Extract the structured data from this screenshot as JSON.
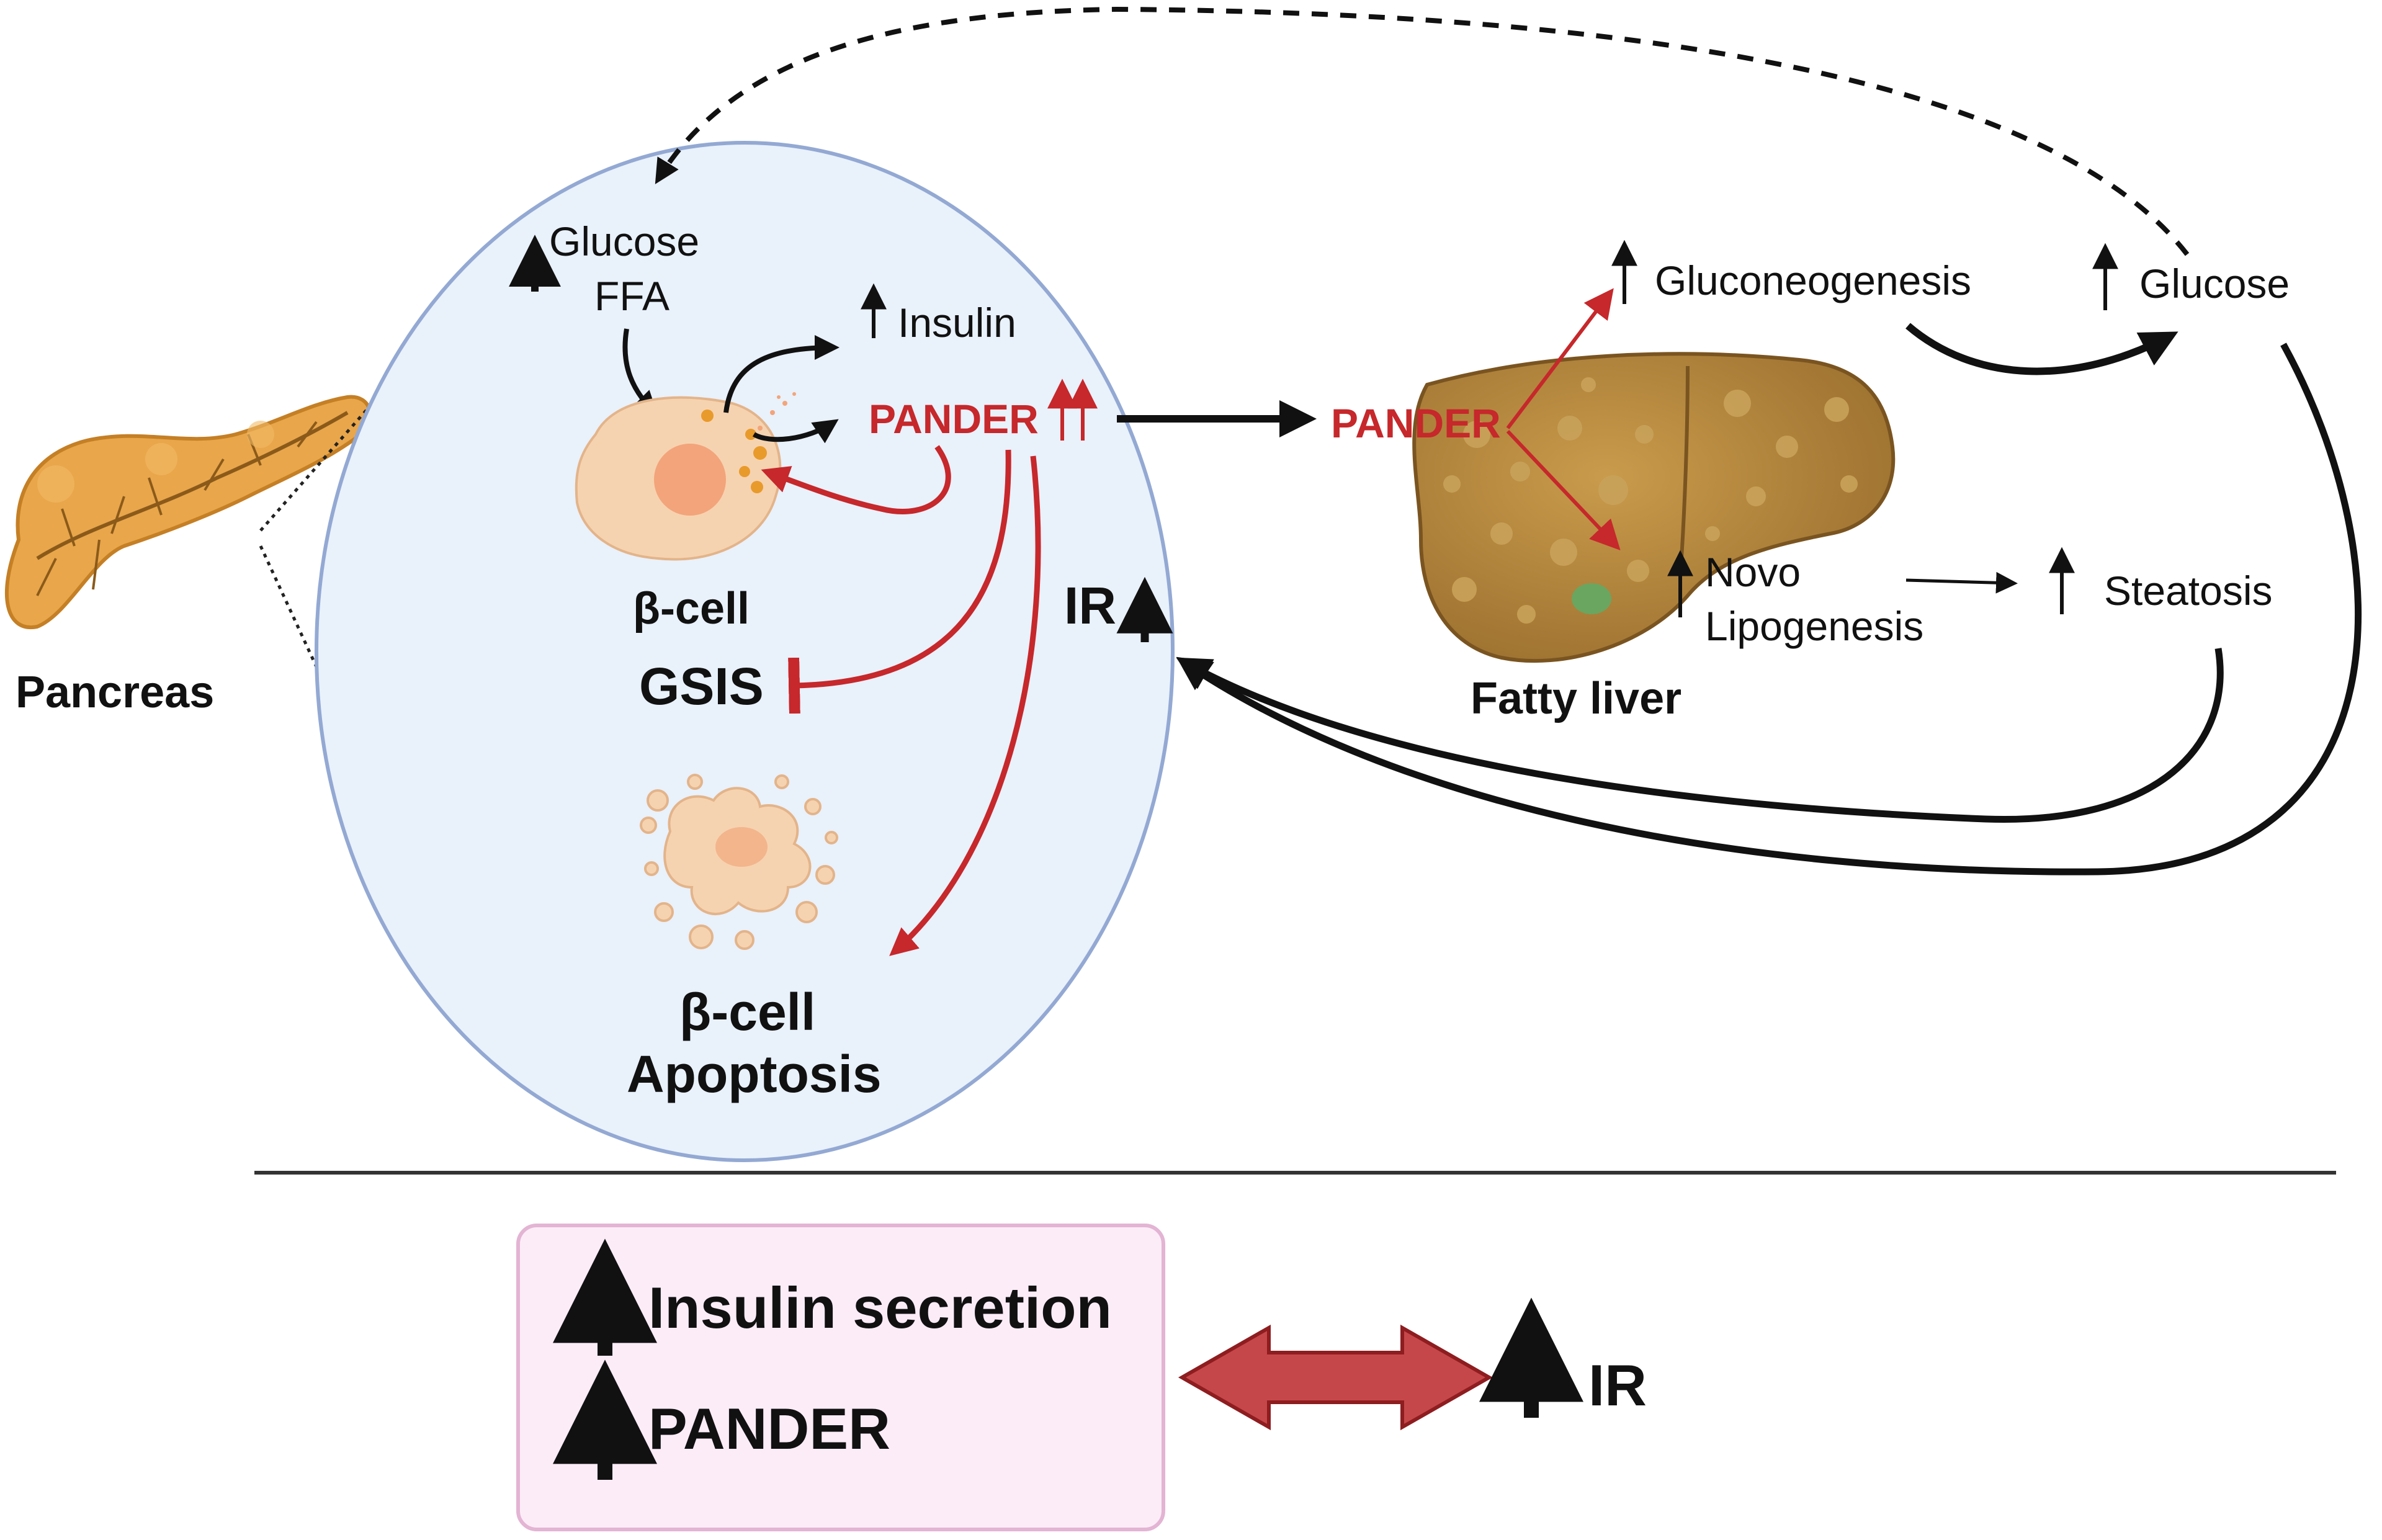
{
  "labels": {
    "pancreas": "Pancreas",
    "glucose_ffa_line1": "Glucose",
    "glucose_ffa_line2": "FFA",
    "insulin": "Insulin",
    "pander_cell": "PANDER",
    "beta_cell": "β-cell",
    "gsis": "GSIS",
    "ir": "IR",
    "apoptosis_line1": "β-cell",
    "apoptosis_line2": "Apoptosis",
    "pander_liver": "PANDER",
    "gluconeogenesis": "Gluconeogenesis",
    "glucose_right": "Glucose",
    "novo_line1": "Novo",
    "novo_line2": "Lipogenesis",
    "steatosis": "Steatosis",
    "fatty_liver": "Fatty liver"
  },
  "legend": {
    "insulin_secretion": "Insulin secretion",
    "pander": "PANDER",
    "ir": "IR"
  },
  "colors": {
    "red": "#c6282b",
    "ellipse_fill": "#e9f1fb",
    "ellipse_stroke": "#93a9d3",
    "legend_fill": "#fcecf8",
    "legend_stroke": "#e3b4d3",
    "liver": "#a77d35",
    "pancreas": "#e9a64a",
    "cell": "#f6d3b0"
  }
}
